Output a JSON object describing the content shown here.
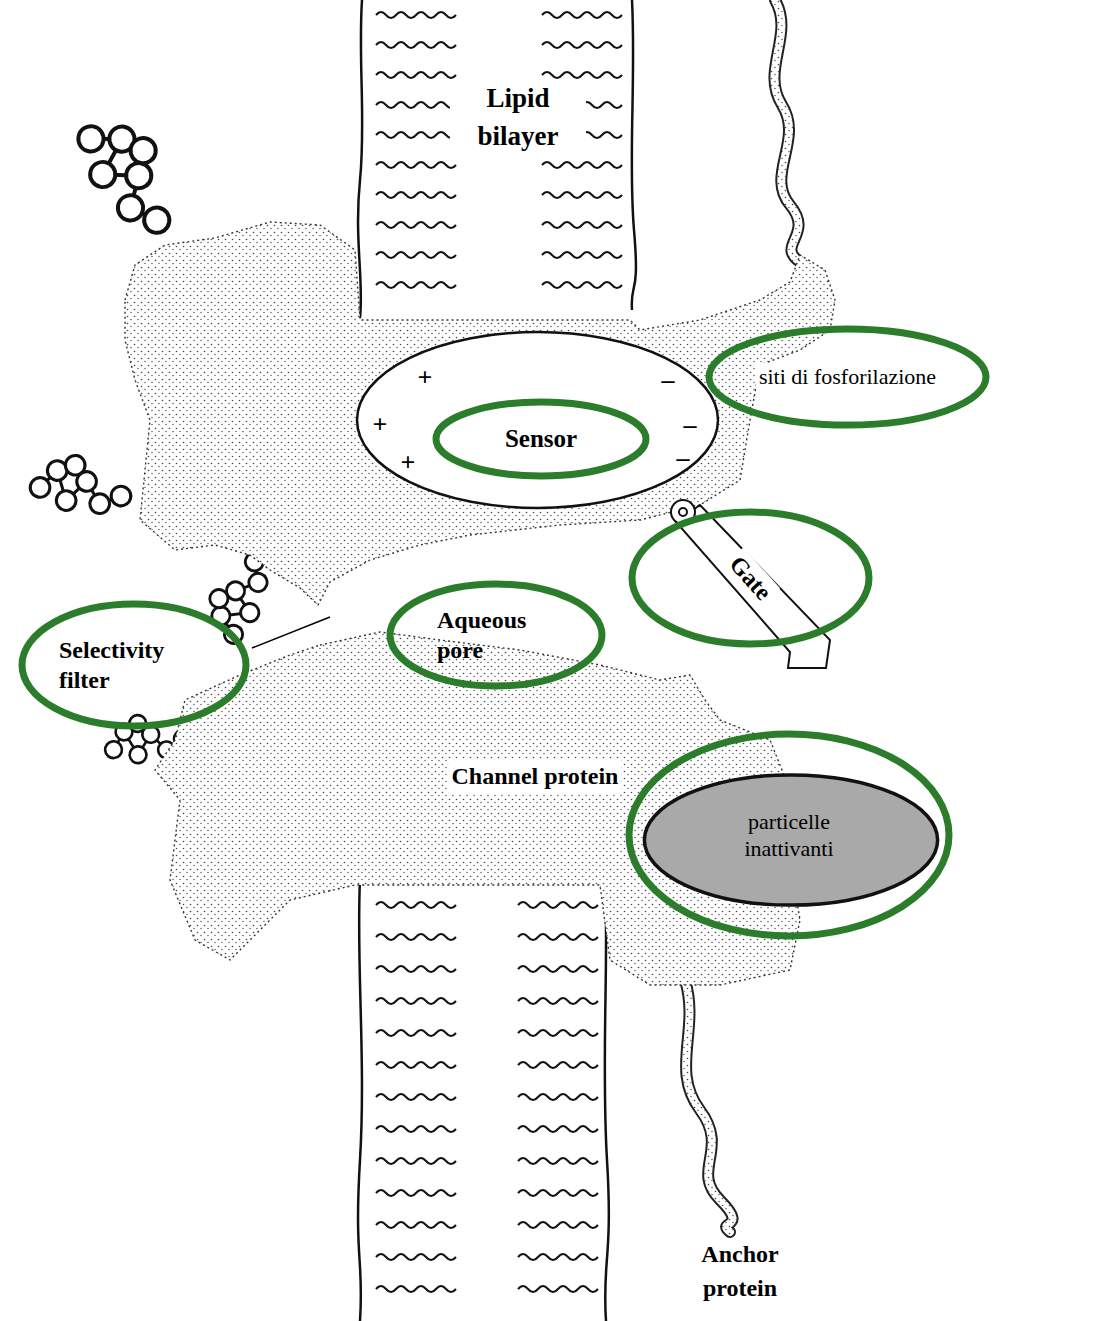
{
  "diagram": {
    "nodes": [
      {
        "text": [
          "siti di fosforilazione"
        ]
      },
      {
        "text": [
          "+",
          "+",
          "+",
          "–",
          "–",
          "–"
        ]
      },
      {
        "text": [
          "Sensor"
        ],
        "in": 1
      },
      {
        "text": [
          "Gate"
        ]
      },
      {
        "text": [
          "Aqueous pore"
        ]
      },
      {
        "text": [
          "Selectivity filter"
        ]
      },
      {
        "text": [
          "particelle inattivanti"
        ]
      }
    ],
    "labels": [
      "Lipid bilayer",
      "Channel protein",
      "Anchor protein"
    ]
  }
}
